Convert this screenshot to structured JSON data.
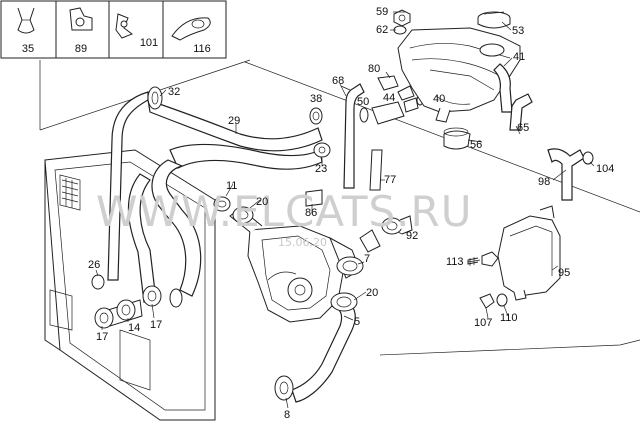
{
  "watermark": "WWW.ELCATS.RU",
  "watermark_date": "15.06.20",
  "legend": [
    {
      "id": "35",
      "label": "35"
    },
    {
      "id": "89",
      "label": "89"
    },
    {
      "id": "101",
      "label": "101"
    },
    {
      "id": "116",
      "label": "116"
    }
  ],
  "callouts": {
    "c59": "59",
    "c62": "62",
    "c53": "53",
    "c41": "41",
    "c80": "80",
    "c68": "68",
    "c38": "38",
    "c32": "32",
    "c29": "29",
    "c50": "50",
    "c44": "44",
    "c40": "40",
    "c65": "65",
    "c56": "56",
    "c23": "23",
    "c77": "77",
    "c98": "98",
    "c104": "104",
    "c11": "11",
    "c20a": "20",
    "c86": "86",
    "c92": "92",
    "c26": "26",
    "c113": "113",
    "c95": "95",
    "c7": "7",
    "c20b": "20",
    "c17a": "17",
    "c17b": "17",
    "c14": "14",
    "c5": "5",
    "c107": "107",
    "c110": "110",
    "c8": "8"
  }
}
